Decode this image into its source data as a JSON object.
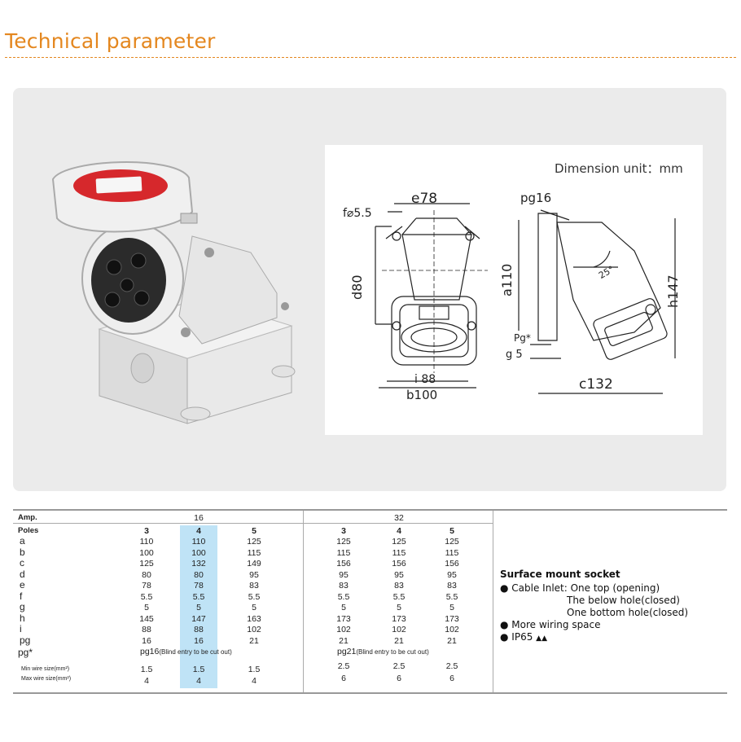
{
  "header": {
    "title": "Technical parameter"
  },
  "drawing": {
    "dimension_unit": "Dimension unit：mm",
    "labels": {
      "e": "e78",
      "f": "f⌀5.5",
      "d": "d80",
      "i": "i 88",
      "b": "b100",
      "pg": "pg16",
      "a": "a110",
      "h": "h147",
      "pg_star": "Pg*",
      "g": "g 5",
      "c": "c132",
      "angle": "25°"
    }
  },
  "table": {
    "amp_label": "Amp.",
    "poles_label": "Poles",
    "groups": [
      "16",
      "32"
    ],
    "poles": [
      "3",
      "4",
      "5",
      "3",
      "4",
      "5"
    ],
    "rows": [
      {
        "label": "a",
        "values": [
          "110",
          "110",
          "125",
          "125",
          "125",
          "125"
        ]
      },
      {
        "label": "b",
        "values": [
          "100",
          "100",
          "115",
          "115",
          "115",
          "115"
        ]
      },
      {
        "label": "c",
        "values": [
          "125",
          "132",
          "149",
          "156",
          "156",
          "156"
        ]
      },
      {
        "label": "d",
        "values": [
          "80",
          "80",
          "95",
          "95",
          "95",
          "95"
        ]
      },
      {
        "label": "e",
        "values": [
          "78",
          "78",
          "83",
          "83",
          "83",
          "83"
        ]
      },
      {
        "label": "f",
        "values": [
          "5.5",
          "5.5",
          "5.5",
          "5.5",
          "5.5",
          "5.5"
        ]
      },
      {
        "label": "g",
        "values": [
          "5",
          "5",
          "5",
          "5",
          "5",
          "5"
        ]
      },
      {
        "label": "h",
        "values": [
          "145",
          "147",
          "163",
          "173",
          "173",
          "173"
        ]
      },
      {
        "label": "i",
        "values": [
          "88",
          "88",
          "102",
          "102",
          "102",
          "102"
        ]
      },
      {
        "label": "pg",
        "values": [
          "16",
          "16",
          "21",
          "21",
          "21",
          "21"
        ]
      }
    ],
    "pg_star_label": "pg*",
    "pg_star_16": "pg16",
    "pg_star_16_note": "(Blind entry to be cut  out)",
    "pg_star_32": "pg21",
    "pg_star_32_note": "(Blind entry to be cut  out)",
    "min_wire_label": "Min wire size(mm²)",
    "max_wire_label": "Max wire size(mm²)",
    "min_wire": [
      "1.5",
      "1.5",
      "1.5",
      "2.5",
      "2.5",
      "2.5"
    ],
    "max_wire": [
      "4",
      "4",
      "4",
      "6",
      "6",
      "6"
    ]
  },
  "info": {
    "heading": "Surface mount socket",
    "cable_inlet": "Cable Inlet: One top (opening)",
    "below_hole": "The below hole(closed)",
    "bottom_hole": "One bottom hole(closed)",
    "wiring": "More wiring space",
    "ip": "IP65"
  },
  "colors": {
    "accent": "#e4871f",
    "highlight": "#bfe3f6",
    "cap_red": "#d6282c"
  }
}
